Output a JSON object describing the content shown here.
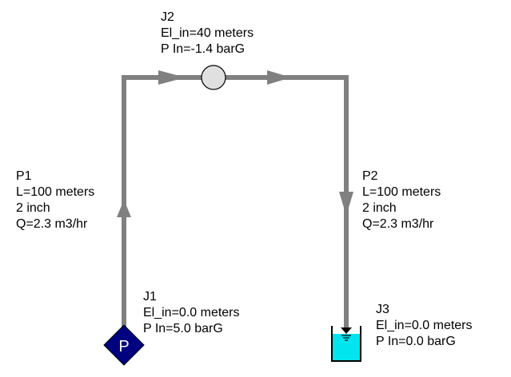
{
  "colors": {
    "pipe": "#808080",
    "junction_fill": "#e0e0e0",
    "pump_fill": "#000080",
    "tank_fill": "#00e5ee",
    "text": "#000000"
  },
  "pipes": [
    {
      "id": "P1",
      "lines": [
        "P1",
        "L=100 meters",
        "2 inch",
        "Q=2.3 m3/hr"
      ],
      "flow_direction": "up"
    },
    {
      "id": "P2",
      "lines": [
        "P2",
        "L=100 meters",
        "2 inch",
        "Q=2.3 m3/hr"
      ],
      "flow_direction": "down"
    }
  ],
  "junctions": [
    {
      "id": "J1",
      "type": "assigned-pressure",
      "icon_letter": "P",
      "lines": [
        "J1",
        "El_in=0.0 meters",
        "P In=5.0 barG"
      ]
    },
    {
      "id": "J2",
      "type": "branch",
      "lines": [
        "J2",
        "El_in=40 meters",
        "P In=-1.4 barG"
      ]
    },
    {
      "id": "J3",
      "type": "reservoir",
      "lines": [
        "J3",
        "El_in=0.0 meters",
        "P In=0.0 barG"
      ]
    }
  ]
}
